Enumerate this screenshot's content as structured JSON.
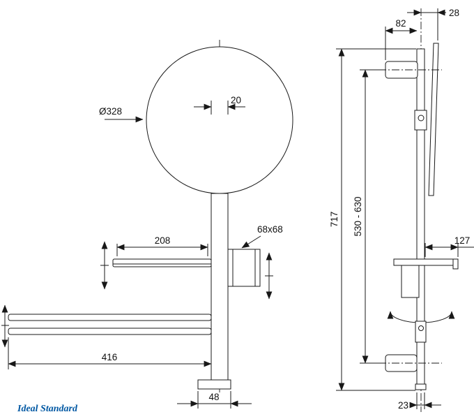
{
  "labels": {
    "front": {
      "mirror_diameter": "Ø328",
      "rail_width": "20",
      "shelf_width": "208",
      "basket_size": "68x68",
      "towel_bar_length": "416",
      "base_width": "48"
    },
    "side": {
      "mirror_offset": "28",
      "arm_length": "82",
      "total_height": "717",
      "fixing_distance": "530 - 630",
      "shelf_depth": "127",
      "rail_depth": "23"
    },
    "brand": "Ideal Standard"
  },
  "colors": {
    "line": "#181818",
    "brand_blue": "#0058a3"
  }
}
